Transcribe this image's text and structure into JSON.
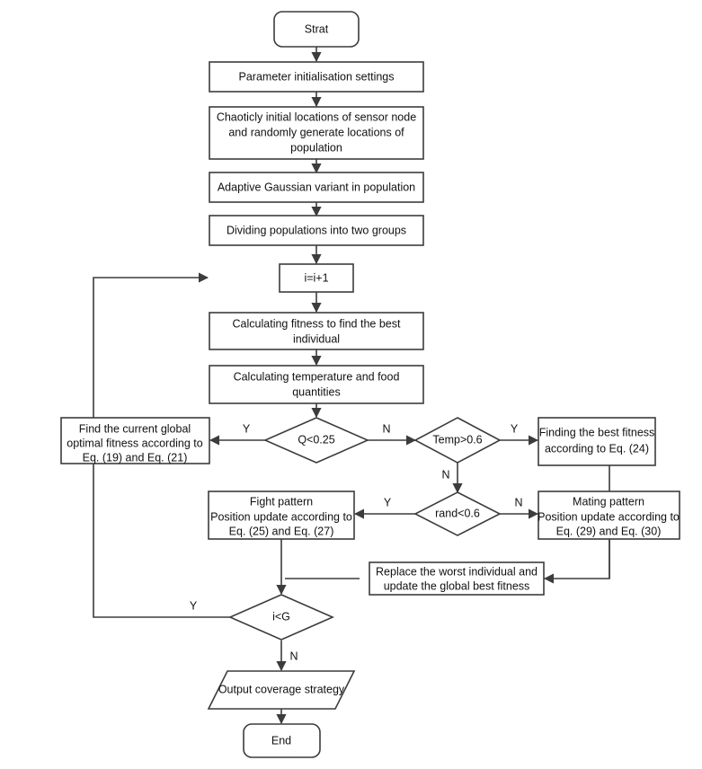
{
  "diagram": {
    "title": "Algorithm flowchart",
    "colors": {
      "stroke": "#3c3c3c",
      "fill": "#ffffff",
      "text": "#111111",
      "background": "#ffffff"
    },
    "nodes": {
      "start": {
        "shape": "terminator",
        "label": "Strat"
      },
      "param_init": {
        "shape": "process",
        "label": "Parameter initialisation settings"
      },
      "chaotic_init": {
        "shape": "process",
        "line1": "Chaoticly initial locations of sensor node",
        "line2": "and randomly generate locations of",
        "line3": "population"
      },
      "gaussian_variant": {
        "shape": "process",
        "label": "Adaptive Gaussian variant in population"
      },
      "divide_population": {
        "shape": "process",
        "label": "Dividing populations into two groups"
      },
      "increment": {
        "shape": "process",
        "label": "i=i+1"
      },
      "calc_fitness": {
        "shape": "process",
        "line1": "Calculating fitness to find the best",
        "line2": "individual"
      },
      "calc_temperature": {
        "shape": "process",
        "line1": "Calculating temperature and food",
        "line2": "quantities"
      },
      "decision_q": {
        "shape": "decision",
        "label": "Q<0.25"
      },
      "decision_temp": {
        "shape": "decision",
        "label": "Temp>0.6"
      },
      "decision_rand": {
        "shape": "decision",
        "label": "rand<0.6"
      },
      "decision_ig": {
        "shape": "decision",
        "label": "i<G"
      },
      "find_global": {
        "shape": "process",
        "line1": "Find the current global",
        "line2": "optimal fitness according to",
        "line3": "Eq. (19) and Eq. (21)"
      },
      "find_best_fitness": {
        "shape": "process",
        "line1": "Finding the best fitness",
        "line2": "according to Eq. (24)"
      },
      "fight_pattern": {
        "shape": "process",
        "line1": "Fight pattern",
        "line2": "Position update according to",
        "line3": "Eq. (25) and Eq. (27)"
      },
      "mating_pattern": {
        "shape": "process",
        "line1": "Mating pattern",
        "line2": "Position update according to",
        "line3": "Eq. (29) and Eq. (30)"
      },
      "replace_worst": {
        "shape": "process",
        "line1": "Replace the worst individual and",
        "line2": "update the global best fitness"
      },
      "output_strategy": {
        "shape": "data",
        "label": "Output coverage strategy"
      },
      "end": {
        "shape": "terminator",
        "label": "End"
      }
    },
    "edge_labels": {
      "q_yes": "Y",
      "q_no": "N",
      "temp_yes": "Y",
      "temp_no": "N",
      "rand_yes": "Y",
      "rand_no": "N",
      "ig_yes": "Y",
      "ig_no": "N"
    }
  }
}
